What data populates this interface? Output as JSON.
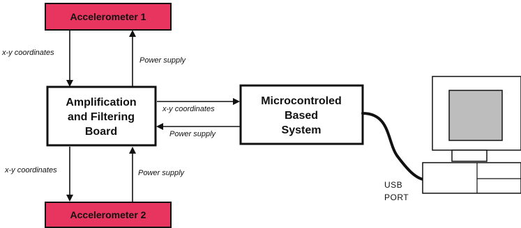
{
  "colors": {
    "accelerometer_fill": "#e8355f",
    "box_stroke": "#111111",
    "board_fill": "#ffffff",
    "computer_fill": "#ffffff",
    "screen_fill": "#bdbdbd"
  },
  "nodes": {
    "accelerometer_1": "Accelerometer 1",
    "accelerometer_2": "Accelerometer 2",
    "board_line1": "Amplification",
    "board_line2": "and Filtering",
    "board_line3": "Board",
    "micro_line1": "Microcontroled",
    "micro_line2": "Based",
    "micro_line3": "System",
    "computer": "computer-icon"
  },
  "edges": {
    "acc1_to_board": "x-y coordinates",
    "board_to_acc1": "Power supply",
    "board_to_micro": "x-y coordinates",
    "micro_to_board": "Power supply",
    "acc2_to_board": "x-y coordinates",
    "board_to_acc2": "Power supply"
  },
  "usb": {
    "line1": "USB",
    "line2": "PORT"
  }
}
